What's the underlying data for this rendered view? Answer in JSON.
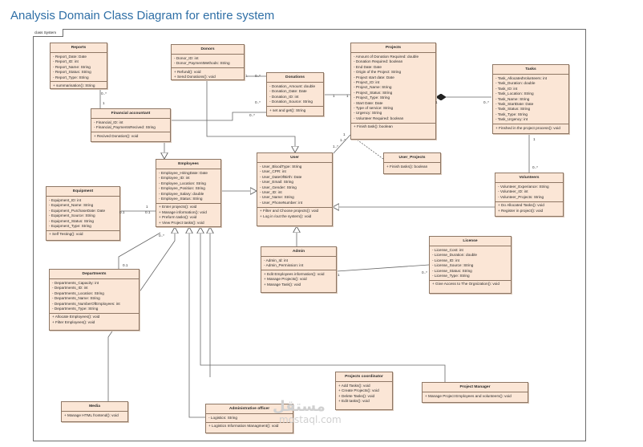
{
  "title": "Analysis Domain Class Diagram for entire system",
  "frame_label": "class System",
  "classes": {
    "reports": {
      "name": "Reports",
      "attrs": [
        "Report_Date: Date",
        "Report_ID: int",
        "Report_Name: String",
        "Report_Status: String",
        "Report_Type: String"
      ],
      "ops": [
        "summarisation(): String"
      ]
    },
    "donors": {
      "name": "Donors",
      "attrs": [
        "Donor_ID: int",
        "Donor_PaymentMethods: String"
      ],
      "ops": [
        "Refund(): void",
        "Send Donations(): void"
      ]
    },
    "donations": {
      "name": "Donations",
      "attrs": [
        "Donation_Amount: double",
        "Donation_Date: Date",
        "Donation_ID: int",
        "Donation_Source: String"
      ],
      "ops": [
        "set and get(): String"
      ]
    },
    "projects": {
      "name": "Projects",
      "attrs": [
        "Amount of Donation Required: double",
        "Donation Required: boolean",
        "End Date: Date",
        "Origin of the Project: String",
        "Project start date: Date",
        "Project_ID: int",
        "Project_Name: String",
        "Project_Status: String",
        "Project_Type: String",
        "Start Date: Date",
        "Type of service: String",
        "Urgency: String",
        "Volunteer Required: boolean"
      ],
      "ops": [
        "Finish task(): boolean"
      ]
    },
    "tasks": {
      "name": "Tasks",
      "attrs": [
        "Task_AllocatedVolunteers: int",
        "Task_Duration: double",
        "Task_ID: int",
        "Task_Location: String",
        "Task_Name: String",
        "Task_StartDate: Date",
        "Task_Status: String",
        "Task_Type: String",
        "Task_Urgency: int"
      ],
      "ops": [
        "Finshed in the project process(): void"
      ]
    },
    "financial": {
      "name": "Financial accountant",
      "attrs": [
        "Financial_ID: int",
        "Financial_PaymentsRecived: String"
      ],
      "ops": [
        "Recived Donation(): void"
      ]
    },
    "user_projects": {
      "name": "User_Projects",
      "attrs": [],
      "ops": [
        "Finish tasks(): boolean"
      ]
    },
    "user": {
      "name": "User",
      "attrs": [
        "User_BloodType: String",
        "User_CPR: int",
        "User_DateOfBirth: Date",
        "User_Email: String",
        "User_Gender: String",
        "User_ID: int",
        "User_Name: String",
        "User_PhoneNumber: int"
      ],
      "ops": [
        "Filter and Choose projects(): void",
        "Log in /out the system(): void"
      ]
    },
    "employees": {
      "name": "Employees",
      "attrs": [
        "Employee_HiringDate: Date",
        "Employee_ID: int",
        "Employee_Location: String",
        "Employee_Position: String",
        "Employee_Salary: double",
        "Employee_Status: String"
      ],
      "ops": [
        "Enter projects(): void",
        "Manage information(): void",
        "Preform tasks(): void",
        "View Project tasks(): void"
      ]
    },
    "equipment": {
      "name": "Equipment",
      "attrs": [
        "Equipment_ID: int",
        "Equipment_Name: String",
        "Equipment_PurchaseDate: Date",
        "Equipment_Source: String",
        "Equipment_Status: String",
        "Equipment_Type: String"
      ],
      "ops": [
        "Self Testing(): void"
      ]
    },
    "volunteers": {
      "name": "Volunteers",
      "attrs": [
        "Volunteer_Experiance: String",
        "Volunteer_ID: int",
        "Volunteer_Projects: String"
      ],
      "ops": [
        "Do Allocated Tasks(): void",
        "Register in project(): void"
      ]
    },
    "admin": {
      "name": "Admin",
      "attrs": [
        "Admin_Id: int",
        "Admin_Permission: int"
      ],
      "ops": [
        "Edit Employees information(): void",
        "Manage Projects(): void",
        "Manage Task(): void"
      ]
    },
    "license": {
      "name": "License",
      "attrs": [
        "License_Cost: int",
        "License_Duration: double",
        "License_ID: int",
        "License_Source: String",
        "License_Status: String",
        "License_Type: String"
      ],
      "ops": [
        "Give Access to The Orgnization(): void"
      ]
    },
    "departments": {
      "name": "Departments",
      "attrs": [
        "Departments_Capacity: int",
        "Departments_ID: int",
        "Departments_Location: String",
        "Departments_Name: String",
        "Departments_NumberOfEmployees: int",
        "Departments_Type: String"
      ],
      "ops": [
        "Allocate Employees(): void",
        "Filter Employees(): void"
      ]
    },
    "projects_coordinator": {
      "name": "Projects coordinator",
      "attrs": [],
      "ops": [
        "Add Tasks(): void",
        "Create Projects(): void",
        "Delete Tasks(): void",
        "Edit tasks(): void"
      ]
    },
    "project_manager": {
      "name": "Project Manager",
      "attrs": [],
      "ops": [
        "Manage Project Employees and volunteers(): void"
      ]
    },
    "media": {
      "name": "Media",
      "attrs": [],
      "ops": [
        "Manage HTML frontend(): void"
      ]
    },
    "admin_officer": {
      "name": "Administrative officer",
      "attrs": [
        "Logistics: String"
      ],
      "ops": [
        "Logistics Information Managment(): void"
      ]
    }
  },
  "multiplicities": [
    {
      "id": "m1",
      "text": "0..*"
    },
    {
      "id": "m2",
      "text": "1"
    },
    {
      "id": "m3",
      "text": "1"
    },
    {
      "id": "m4",
      "text": "0..*"
    },
    {
      "id": "m5",
      "text": "1"
    },
    {
      "id": "m6",
      "text": "0..*"
    },
    {
      "id": "m7",
      "text": "1"
    },
    {
      "id": "m8",
      "text": "0..*"
    },
    {
      "id": "m9",
      "text": "1"
    },
    {
      "id": "m10",
      "text": "1"
    },
    {
      "id": "m11",
      "text": "1..*"
    },
    {
      "id": "m12",
      "text": "1..*"
    },
    {
      "id": "m13",
      "text": "0.1"
    },
    {
      "id": "m14",
      "text": "0.1"
    },
    {
      "id": "m15",
      "text": "1"
    },
    {
      "id": "m16",
      "text": "0..*"
    },
    {
      "id": "m17",
      "text": "1"
    },
    {
      "id": "m18",
      "text": "0..*"
    },
    {
      "id": "m19",
      "text": "0..*"
    },
    {
      "id": "m20",
      "text": "0.1"
    },
    {
      "id": "m21",
      "text": "1"
    },
    {
      "id": "m22",
      "text": "0..*"
    }
  ],
  "watermark": {
    "arabic": "مستقل",
    "latin": "mostaql.com"
  }
}
